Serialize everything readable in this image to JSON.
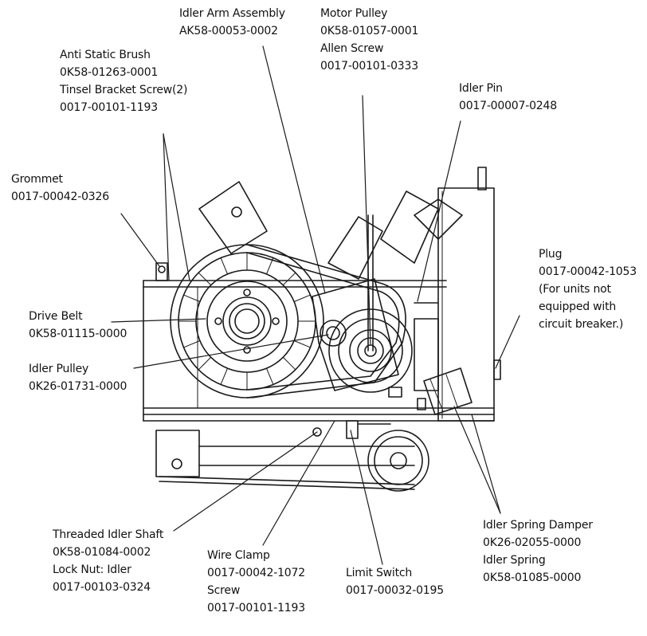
{
  "diagram": {
    "labels": {
      "idler_arm": {
        "name": "Idler Arm Assembly",
        "part": "AK58-00053-0002"
      },
      "motor_pulley": {
        "name": "Motor Pulley",
        "part": "0K58-01057-0001",
        "name2": "Allen Screw",
        "part2": "0017-00101-0333"
      },
      "anti_static": {
        "name": "Anti Static Brush",
        "part": "0K58-01263-0001",
        "name2": "Tinsel Bracket Screw(2)",
        "part2": "0017-00101-1193"
      },
      "idler_pin": {
        "name": "Idler Pin",
        "part": "0017-00007-0248"
      },
      "grommet": {
        "name": "Grommet",
        "part": "0017-00042-0326"
      },
      "plug": {
        "name": "Plug",
        "part": "0017-00042-1053",
        "note1": "(For units not",
        "note2": "equipped with",
        "note3": "circuit breaker.)"
      },
      "drive_belt": {
        "name": "Drive Belt",
        "part": "0K58-01115-0000"
      },
      "idler_pulley": {
        "name": "Idler Pulley",
        "part": "0K26-01731-0000"
      },
      "threaded_shaft": {
        "name": "Threaded Idler Shaft",
        "part": "0K58-01084-0002",
        "name2": "Lock Nut: Idler",
        "part2": "0017-00103-0324"
      },
      "wire_clamp": {
        "name": "Wire Clamp",
        "part": "0017-00042-1072",
        "name2": "Screw",
        "part2": "0017-00101-1193"
      },
      "limit_switch": {
        "name": "Limit Switch",
        "part": "0017-00032-0195"
      },
      "spring_damper": {
        "name": "Idler Spring Damper",
        "part": "0K26-02055-0000",
        "name2": "Idler Spring",
        "part2": "0K58-01085-0000"
      }
    }
  }
}
